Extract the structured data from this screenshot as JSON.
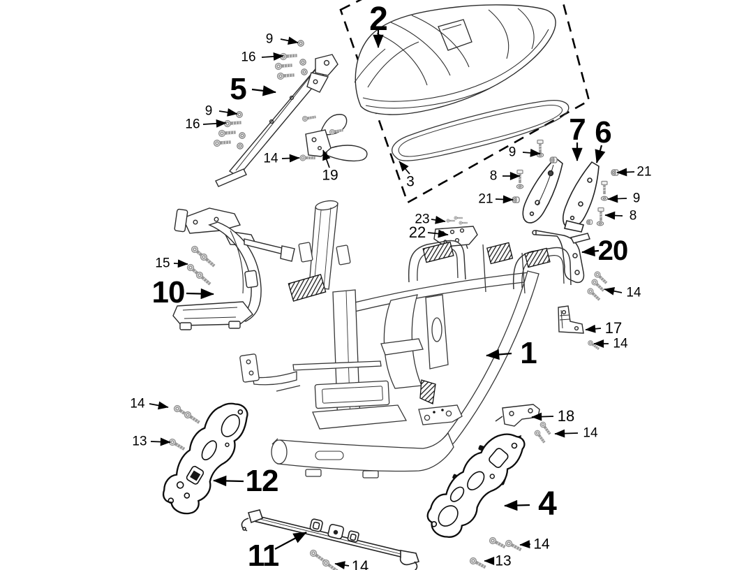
{
  "figure": {
    "type": "exploded-parts-diagram",
    "colors": {
      "background": "#ffffff",
      "line": "#2b2b2b",
      "hardware": "#8f8f8f",
      "label": "#000000"
    }
  },
  "callouts": {
    "c2": "2",
    "c9a": "9",
    "c16a": "16",
    "c5": "5",
    "c9b": "9",
    "c16b": "16",
    "c14a": "14",
    "c19": "19",
    "c3": "3",
    "c7": "7",
    "c6": "6",
    "c9c": "9",
    "c8a": "8",
    "c21a": "21",
    "c21b": "21",
    "c9d": "9",
    "c8b": "8",
    "c20": "20",
    "c23": "23",
    "c22": "22",
    "c15": "15",
    "c10": "10",
    "c14b": "14",
    "c17": "17",
    "c14c": "14",
    "c1": "1",
    "c14d": "14",
    "c13a": "13",
    "c12": "12",
    "c18": "18",
    "c14e": "14",
    "c4": "4",
    "c11": "11",
    "c14f": "14",
    "c14g": "14",
    "c13b": "13"
  }
}
